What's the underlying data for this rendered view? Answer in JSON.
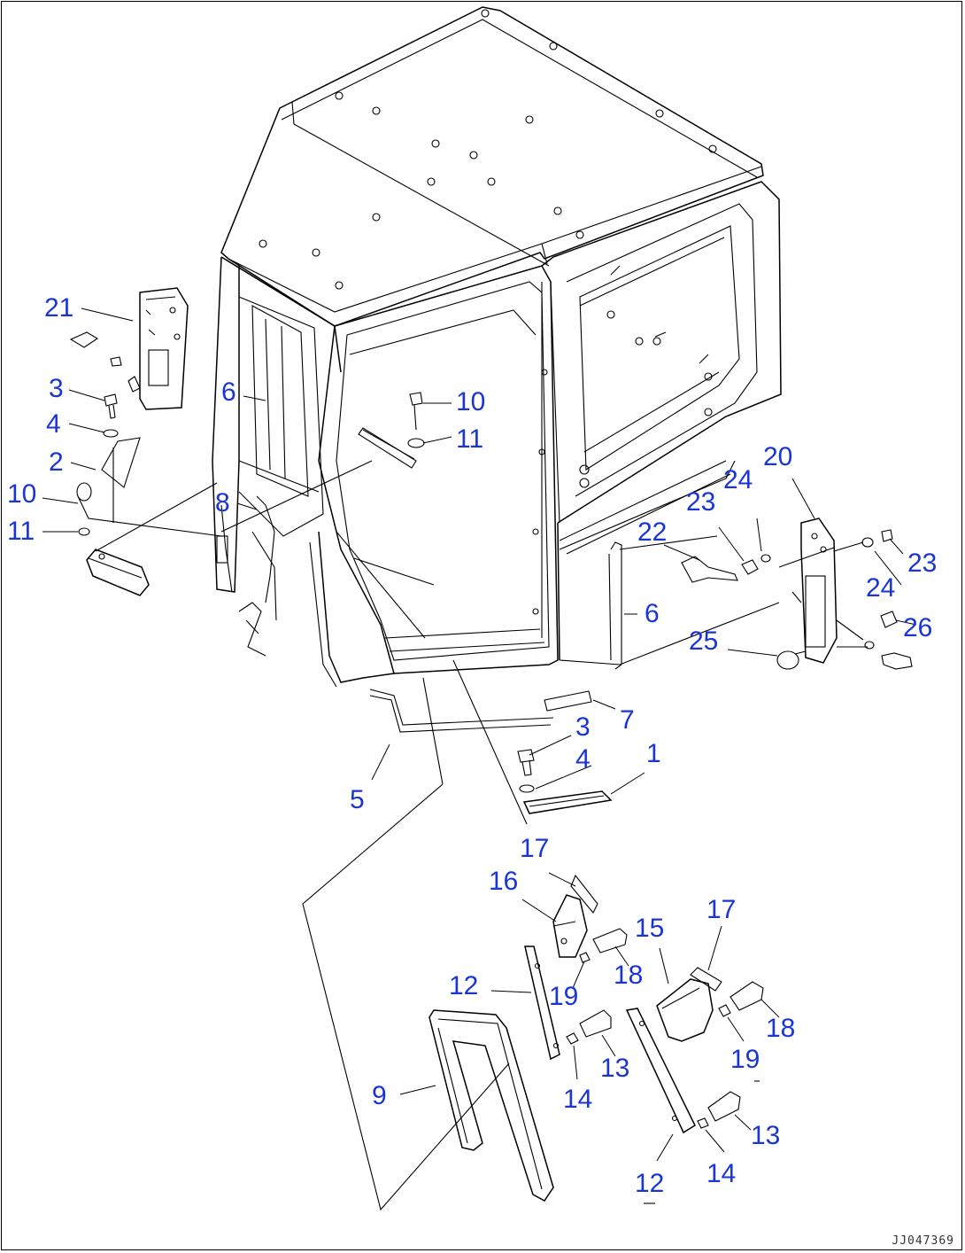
{
  "colors": {
    "callout": "#1a35d6",
    "lines": "#000000",
    "background": "#ffffff"
  },
  "drawing_id": "JJ047369",
  "callouts": [
    {
      "id": "c21",
      "text": "21"
    },
    {
      "id": "c3a",
      "text": "3"
    },
    {
      "id": "c4a",
      "text": "4"
    },
    {
      "id": "c2",
      "text": "2"
    },
    {
      "id": "c10a",
      "text": "10"
    },
    {
      "id": "c11a",
      "text": "11"
    },
    {
      "id": "c6a",
      "text": "6"
    },
    {
      "id": "c8",
      "text": "8"
    },
    {
      "id": "c10b",
      "text": "10"
    },
    {
      "id": "c11b",
      "text": "11"
    },
    {
      "id": "c20",
      "text": "20"
    },
    {
      "id": "c24a",
      "text": "24"
    },
    {
      "id": "c23a",
      "text": "23"
    },
    {
      "id": "c22",
      "text": "22"
    },
    {
      "id": "c23b",
      "text": "23"
    },
    {
      "id": "c24b",
      "text": "24"
    },
    {
      "id": "c6b",
      "text": "6"
    },
    {
      "id": "c26",
      "text": "26"
    },
    {
      "id": "c25",
      "text": "25"
    },
    {
      "id": "c7",
      "text": "7"
    },
    {
      "id": "c3b",
      "text": "3"
    },
    {
      "id": "c4b",
      "text": "4"
    },
    {
      "id": "c1",
      "text": "1"
    },
    {
      "id": "c5",
      "text": "5"
    },
    {
      "id": "c17a",
      "text": "17"
    },
    {
      "id": "c16",
      "text": "16"
    },
    {
      "id": "c15",
      "text": "15"
    },
    {
      "id": "c17b",
      "text": "17"
    },
    {
      "id": "c12a",
      "text": "12"
    },
    {
      "id": "c18a",
      "text": "18"
    },
    {
      "id": "c19a",
      "text": "19"
    },
    {
      "id": "c18b",
      "text": "18"
    },
    {
      "id": "c13a",
      "text": "13"
    },
    {
      "id": "c19b",
      "text": "19"
    },
    {
      "id": "c9",
      "text": "9"
    },
    {
      "id": "c14a",
      "text": "14"
    },
    {
      "id": "c13b",
      "text": "13"
    },
    {
      "id": "c12b",
      "text": "12"
    },
    {
      "id": "c14b",
      "text": "14"
    }
  ]
}
